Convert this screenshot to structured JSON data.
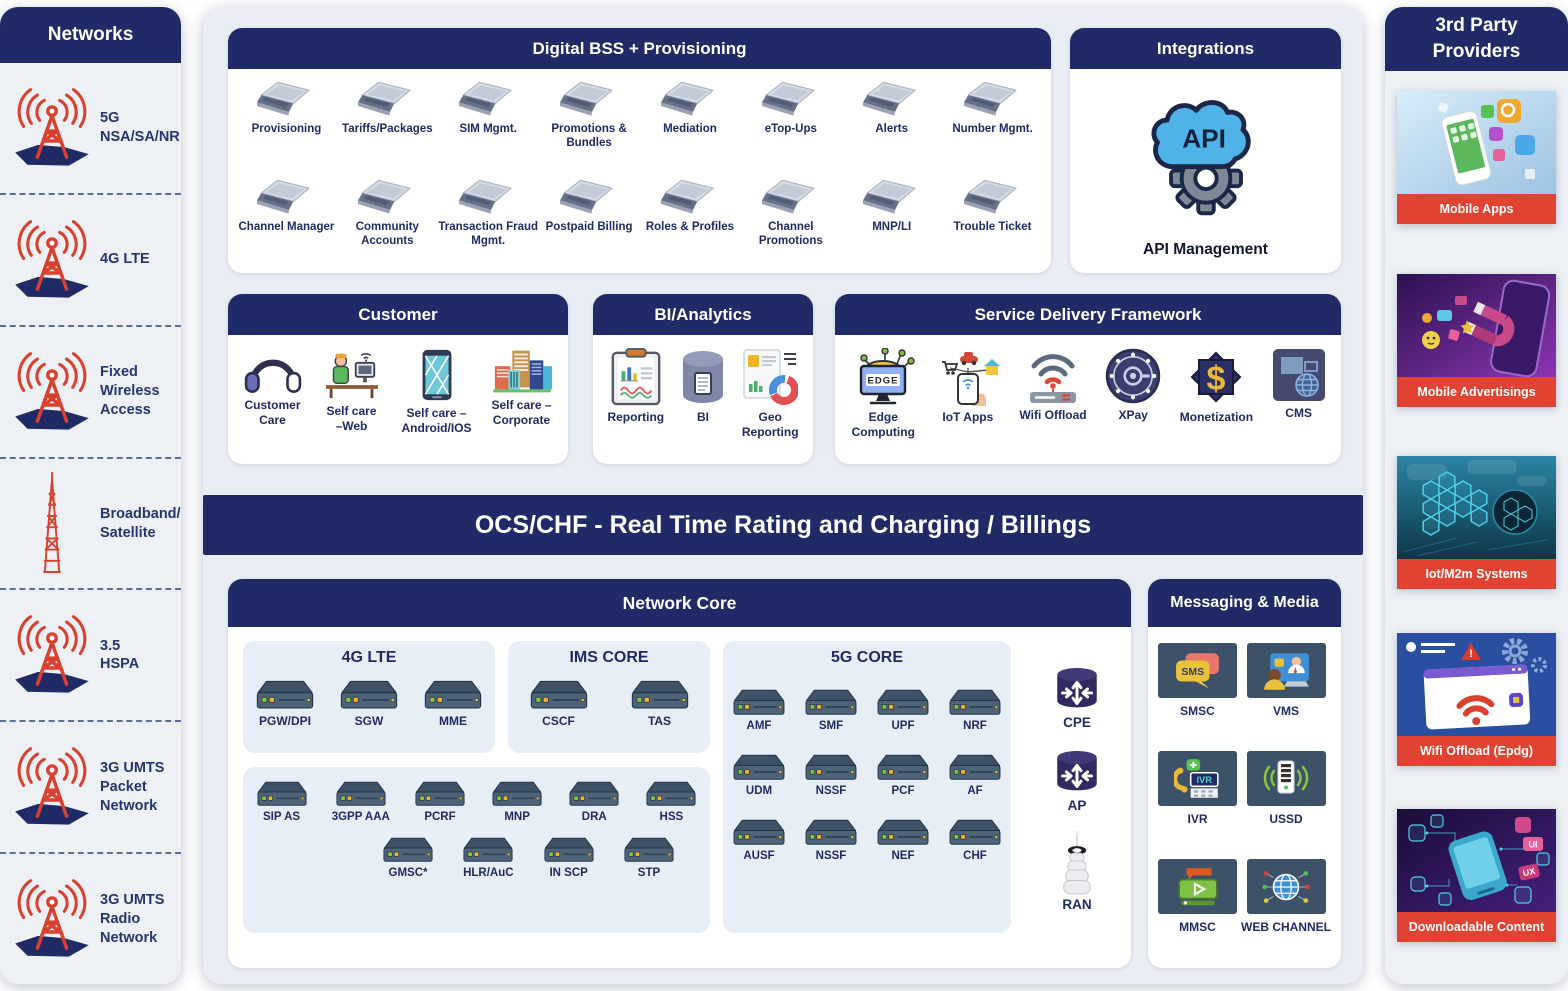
{
  "colors": {
    "navy": "#1f2a66",
    "tower_red": "#d9402e",
    "provider_label_red": "#e04331",
    "panel_bg": "#edf1f6",
    "center_bg": "#e9eef4",
    "tile_bg": "#e8eef5",
    "messaging_tile": "#3d5269"
  },
  "networks": {
    "title": "Networks",
    "items": [
      {
        "label": "5G\nNSA/SA/NR",
        "icon": "radio-tower"
      },
      {
        "label": "4G LTE",
        "icon": "radio-tower"
      },
      {
        "label": "Fixed\nWireless\nAccess",
        "icon": "radio-tower"
      },
      {
        "label": "Broadband/\nSatellite",
        "icon": "lattice-tower"
      },
      {
        "label": "3.5\nHSPA",
        "icon": "radio-tower"
      },
      {
        "label": "3G UMTS\nPacket\nNetwork",
        "icon": "radio-tower"
      },
      {
        "label": "3G UMTS\nRadio\nNetwork",
        "icon": "radio-tower"
      }
    ]
  },
  "digital_bss": {
    "title": "Digital BSS + Provisioning",
    "row1": [
      "Provisioning",
      "Tariffs/Packages",
      "SIM Mgmt.",
      "Promotions & Bundles",
      "Mediation",
      "eTop-Ups",
      "Alerts",
      "Number Mgmt."
    ],
    "row2": [
      "Channel Manager",
      "Community Accounts",
      "Transaction Fraud Mgmt.",
      "Postpaid Billing",
      "Roles & Profiles",
      "Channel Promotions",
      "MNP/LI",
      "Trouble Ticket"
    ]
  },
  "integrations": {
    "title": "Integrations",
    "icon_text": "API",
    "label": "API Management"
  },
  "customer": {
    "title": "Customer",
    "items": [
      {
        "label": "Customer\nCare",
        "icon": "headset"
      },
      {
        "label": "Self care\n–Web",
        "icon": "agent-desk"
      },
      {
        "label": "Self care –\nAndroid/IOS",
        "icon": "smartphone"
      },
      {
        "label": "Self care –\nCorporate",
        "icon": "buildings"
      }
    ]
  },
  "bi_analytics": {
    "title": "BI/Analytics",
    "items": [
      {
        "label": "Reporting",
        "icon": "report-clipboard"
      },
      {
        "label": "BI",
        "icon": "database"
      },
      {
        "label": "Geo\nReporting",
        "icon": "geo-report"
      }
    ]
  },
  "service_delivery": {
    "title": "Service Delivery Framework",
    "items": [
      {
        "label": "Edge\nComputing",
        "icon": "edge-computing",
        "icon_text": "EDGE"
      },
      {
        "label": "IoT Apps",
        "icon": "iot-apps"
      },
      {
        "label": "Wifi Offload",
        "icon": "wifi-offload"
      },
      {
        "label": "XPay",
        "icon": "xpay-vault"
      },
      {
        "label": "Monetization",
        "icon": "monetization-star"
      },
      {
        "label": "CMS",
        "icon": "cms"
      }
    ]
  },
  "ocs_banner": {
    "label": "OCS/CHF - Real Time Rating and Charging / Billings"
  },
  "network_core": {
    "title": "Network Core",
    "lte": {
      "title": "4G LTE",
      "items": [
        "PGW/DPI",
        "SGW",
        "MME"
      ]
    },
    "ims": {
      "title": "IMS CORE",
      "items": [
        "CSCF",
        "TAS"
      ]
    },
    "five_g": {
      "title": "5G CORE",
      "row1": [
        "AMF",
        "SMF",
        "UPF",
        "NRF"
      ],
      "row2": [
        "UDM",
        "NSSF",
        "PCF",
        "AF"
      ],
      "row3": [
        "AUSF",
        "NSSF",
        "NEF",
        "CHF"
      ]
    },
    "legacy": {
      "row1": [
        "SIP AS",
        "3GPP AAA",
        "PCRF",
        "MNP",
        "DRA",
        "HSS"
      ],
      "row2": [
        "GMSC*",
        "HLR/AuC",
        "IN SCP",
        "STP"
      ]
    },
    "access": [
      {
        "label": "CPE",
        "icon": "router"
      },
      {
        "label": "AP",
        "icon": "router"
      },
      {
        "label": "RAN",
        "icon": "antenna"
      }
    ]
  },
  "messaging": {
    "title": "Messaging & Media",
    "items": [
      {
        "label": "SMSC",
        "icon": "sms-bubbles",
        "icon_text": "SMS"
      },
      {
        "label": "VMS",
        "icon": "video-meeting"
      },
      {
        "label": "IVR",
        "icon": "ivr-phone",
        "icon_text": "IVR"
      },
      {
        "label": "USSD",
        "icon": "ussd-tower"
      },
      {
        "label": "MMSC",
        "icon": "media-player"
      },
      {
        "label": "WEB CHANNEL",
        "icon": "web-globe"
      }
    ]
  },
  "third_party": {
    "title": "3rd Party\nProviders",
    "thumb_texts": {
      "ui": "UI",
      "ux": "UX"
    },
    "items": [
      {
        "label": "Mobile Apps"
      },
      {
        "label": "Mobile Advertisings"
      },
      {
        "label": "Iot/M2m Systems"
      },
      {
        "label": "Wifi Offload (Epdg)"
      },
      {
        "label": "Downloadable Content"
      }
    ]
  }
}
